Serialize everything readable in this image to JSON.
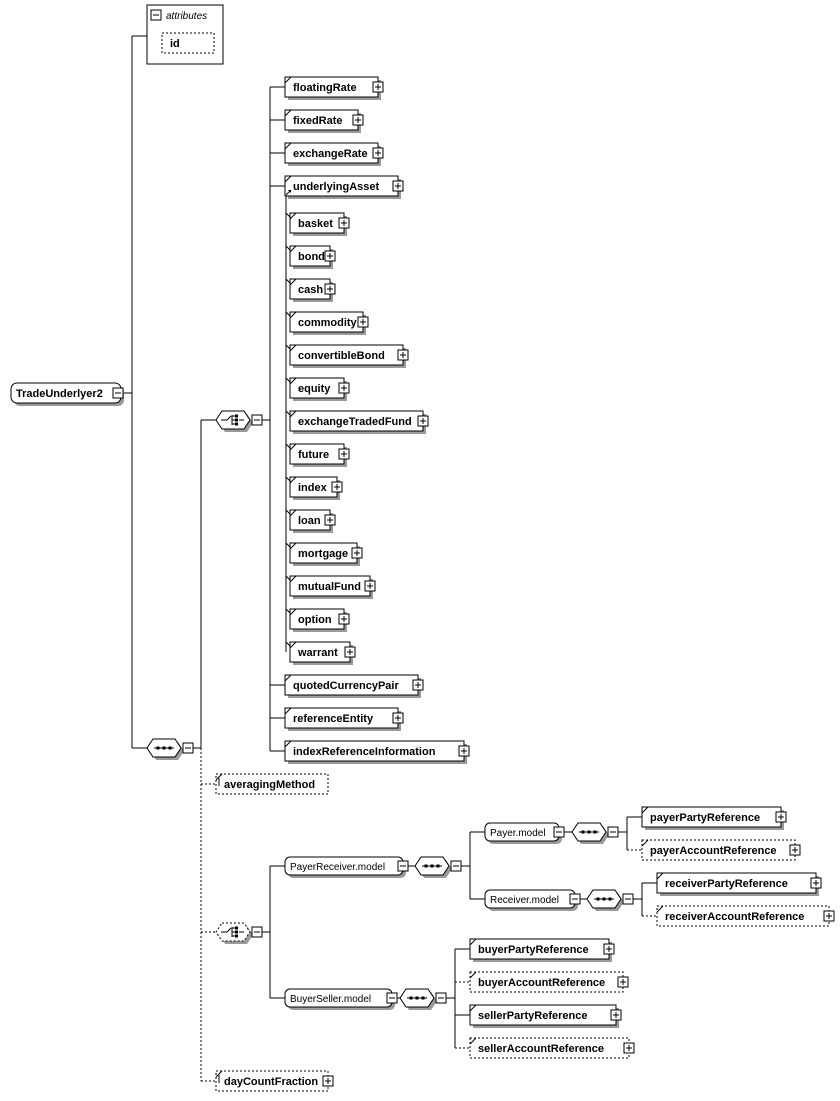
{
  "root": {
    "label": "TradeUnderlyer2"
  },
  "attributes": {
    "title": "attributes",
    "items": [
      "id"
    ]
  },
  "choice_elements": [
    "floatingRate",
    "fixedRate",
    "exchangeRate"
  ],
  "underlying_asset": {
    "label": "underlyingAsset",
    "substitutes": [
      "basket",
      "bond",
      "cash",
      "commodity",
      "convertibleBond",
      "equity",
      "exchangeTradedFund",
      "future",
      "index",
      "loan",
      "mortgage",
      "mutualFund",
      "option",
      "warrant"
    ]
  },
  "choice_elements_tail": [
    "quotedCurrencyPair",
    "referenceEntity",
    "indexReferenceInformation"
  ],
  "optional_elements": {
    "averaging": "averagingMethod",
    "day_count": "dayCountFraction"
  },
  "groups": {
    "payer_receiver": "PayerReceiver.model",
    "payer": "Payer.model",
    "receiver": "Receiver.model",
    "buyer_seller": "BuyerSeller.model"
  },
  "payer_elements": [
    "payerPartyReference",
    "payerAccountReference"
  ],
  "receiver_elements": [
    "receiverPartyReference",
    "receiverAccountReference"
  ],
  "buyer_seller_elements": [
    "buyerPartyReference",
    "buyerAccountReference",
    "sellerPartyReference",
    "sellerAccountReference"
  ]
}
